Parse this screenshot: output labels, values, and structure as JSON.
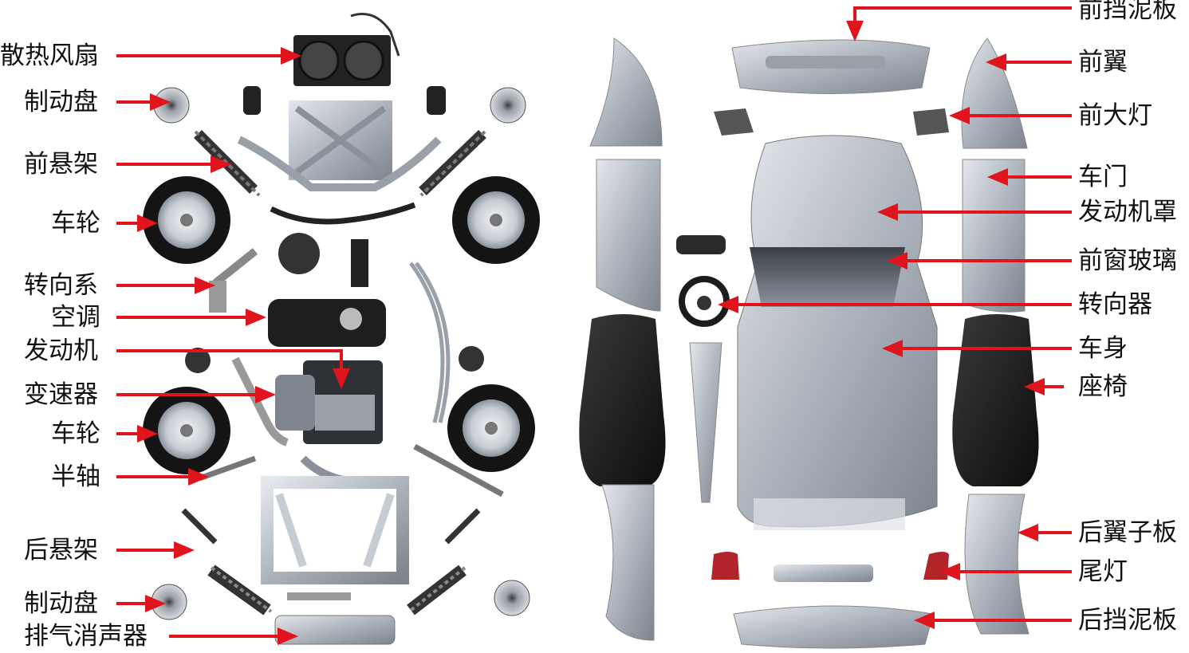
{
  "left_labels": [
    {
      "id": "fan",
      "text": "散热风扇"
    },
    {
      "id": "brake-disc-front",
      "text": "制动盘"
    },
    {
      "id": "front-suspension",
      "text": "前悬架"
    },
    {
      "id": "wheel-front",
      "text": "车轮"
    },
    {
      "id": "steering-system",
      "text": "转向系"
    },
    {
      "id": "air-conditioner",
      "text": "空调"
    },
    {
      "id": "engine",
      "text": "发动机"
    },
    {
      "id": "transmission",
      "text": "变速器"
    },
    {
      "id": "wheel-rear",
      "text": "车轮"
    },
    {
      "id": "half-shaft",
      "text": "半轴"
    },
    {
      "id": "rear-suspension",
      "text": "后悬架"
    },
    {
      "id": "brake-disc-rear",
      "text": "制动盘"
    },
    {
      "id": "exhaust-muffler",
      "text": "排气消声器"
    }
  ],
  "right_labels": [
    {
      "id": "front-bumper",
      "text": "前挡泥板"
    },
    {
      "id": "front-fender",
      "text": "前翼"
    },
    {
      "id": "headlight",
      "text": "前大灯"
    },
    {
      "id": "door",
      "text": "车门"
    },
    {
      "id": "hood",
      "text": "发动机罩"
    },
    {
      "id": "windshield",
      "text": "前窗玻璃"
    },
    {
      "id": "steering-wheel",
      "text": "转向器"
    },
    {
      "id": "body",
      "text": "车身"
    },
    {
      "id": "seat",
      "text": "座椅"
    },
    {
      "id": "rear-fender",
      "text": "后翼子板"
    },
    {
      "id": "taillight",
      "text": "尾灯"
    },
    {
      "id": "rear-bumper",
      "text": "后挡泥板"
    }
  ],
  "colors": {
    "arrow": "#e0141c",
    "label": "#111111",
    "metal": "#b9bec6",
    "dark": "#1c1c1c",
    "tire": "#151515"
  }
}
